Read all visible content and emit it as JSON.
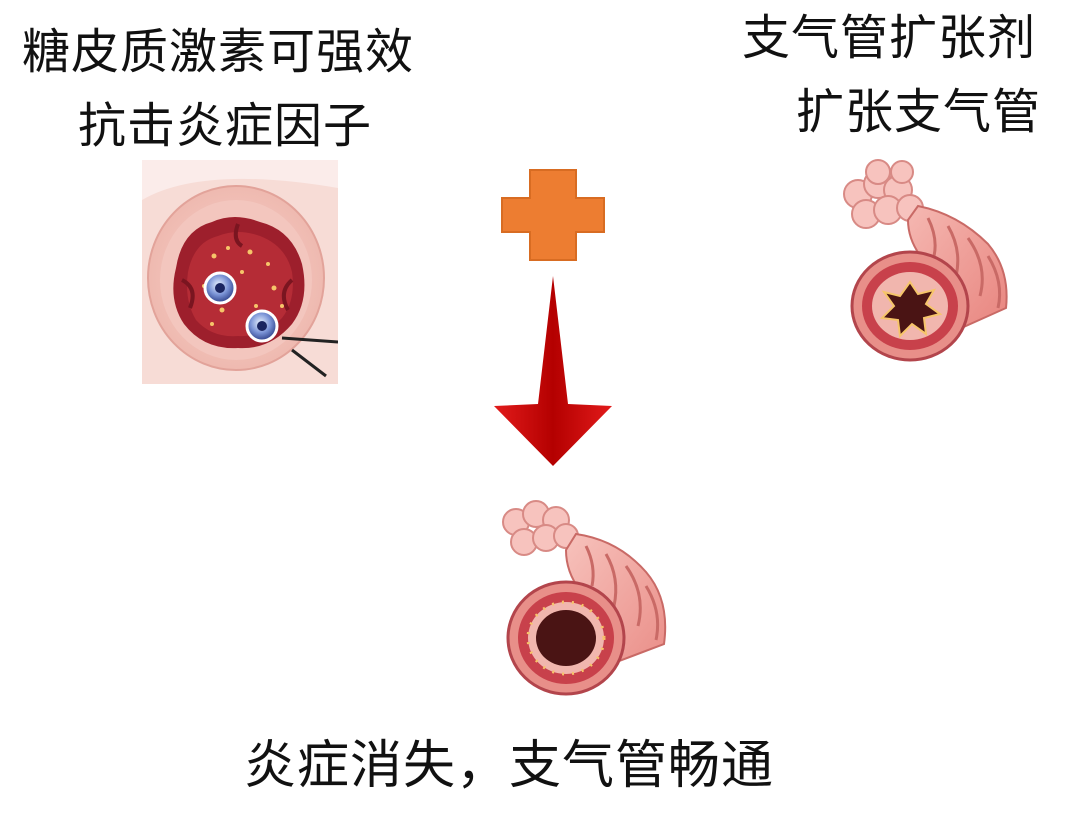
{
  "left_caption": {
    "line1": "糖皮质激素可强效",
    "line2": "抗击炎症因子"
  },
  "right_caption": {
    "line1": "支气管扩张剂",
    "line2": "扩张支气管"
  },
  "bottom_caption": "炎症消失，支气管畅通",
  "colors": {
    "plus": "#ED7D31",
    "arrow": "#C00000",
    "tissue_pink": "#F2A9A5",
    "wall_red": "#C8414B",
    "lumen_dark": "#4A1414"
  },
  "icons": {
    "plus": "plus-icon",
    "arrow": "down-arrow-icon"
  }
}
